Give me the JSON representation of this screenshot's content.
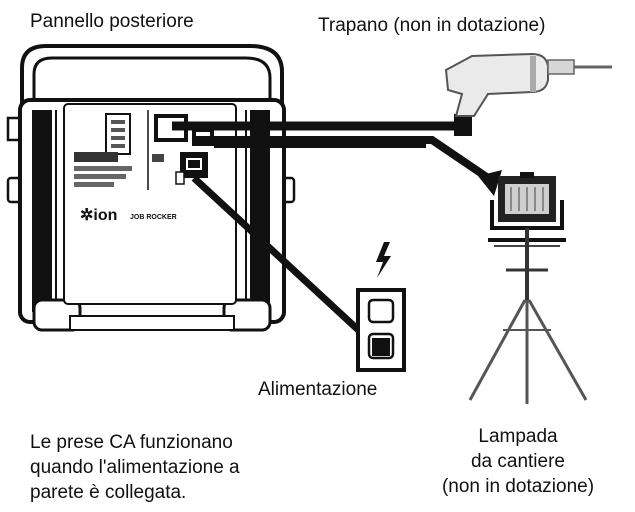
{
  "labels": {
    "rear_panel": "Pannello posteriore",
    "drill": "Trapano (non in dotazione)",
    "power": "Alimentazione",
    "note": [
      "Le prese CA funzionano",
      "quando l'alimentazione a",
      "parete è collegata."
    ],
    "lamp": [
      "Lampada",
      "da cantiere",
      "(non in dotazione)"
    ]
  },
  "device": {
    "brand": "ion",
    "model": "JOB ROCKER"
  },
  "colors": {
    "ink": "#111111",
    "paper": "#ffffff",
    "gray": "#8a8a8a"
  },
  "icons": [
    "lightning-icon",
    "drill-icon",
    "work-lamp-icon",
    "wall-outlet-icon",
    "tripod-icon"
  ]
}
